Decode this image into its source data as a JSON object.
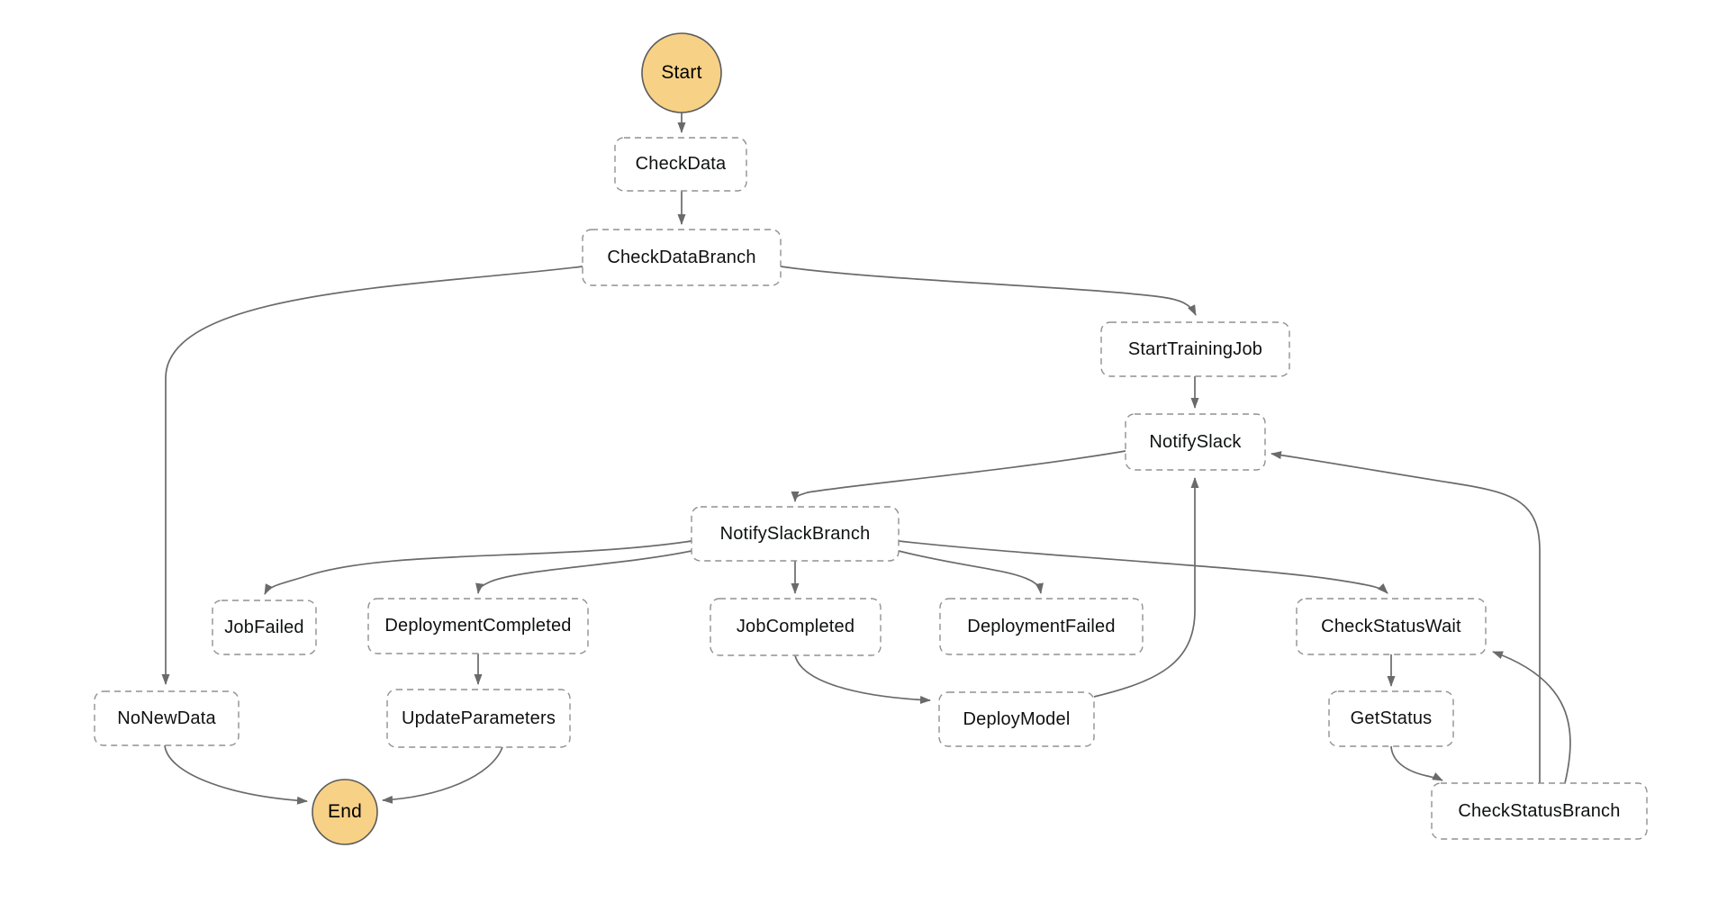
{
  "diagram": {
    "kind": "workflow-state-machine-graph",
    "colors": {
      "background": "#ffffff",
      "state_box_fill": "#ffffff",
      "state_box_border": "#919191",
      "terminal_fill": "#f7d186",
      "terminal_border": "#5b5b5b",
      "edge": "#6a6a6a",
      "text": "#0f1111"
    },
    "nodes": [
      {
        "id": "Start",
        "label": "Start",
        "type": "start"
      },
      {
        "id": "CheckData",
        "label": "CheckData",
        "type": "state"
      },
      {
        "id": "CheckDataBranch",
        "label": "CheckDataBranch",
        "type": "state"
      },
      {
        "id": "StartTrainingJob",
        "label": "StartTrainingJob",
        "type": "state"
      },
      {
        "id": "NotifySlack",
        "label": "NotifySlack",
        "type": "state"
      },
      {
        "id": "NotifySlackBranch",
        "label": "NotifySlackBranch",
        "type": "state"
      },
      {
        "id": "JobFailed",
        "label": "JobFailed",
        "type": "state"
      },
      {
        "id": "DeploymentCompleted",
        "label": "DeploymentCompleted",
        "type": "state"
      },
      {
        "id": "JobCompleted",
        "label": "JobCompleted",
        "type": "state"
      },
      {
        "id": "DeploymentFailed",
        "label": "DeploymentFailed",
        "type": "state"
      },
      {
        "id": "CheckStatusWait",
        "label": "CheckStatusWait",
        "type": "state"
      },
      {
        "id": "NoNewData",
        "label": "NoNewData",
        "type": "state"
      },
      {
        "id": "UpdateParameters",
        "label": "UpdateParameters",
        "type": "state"
      },
      {
        "id": "DeployModel",
        "label": "DeployModel",
        "type": "state"
      },
      {
        "id": "GetStatus",
        "label": "GetStatus",
        "type": "state"
      },
      {
        "id": "CheckStatusBranch",
        "label": "CheckStatusBranch",
        "type": "state"
      },
      {
        "id": "End",
        "label": "End",
        "type": "end"
      }
    ],
    "edges": [
      {
        "from": "Start",
        "to": "CheckData"
      },
      {
        "from": "CheckData",
        "to": "CheckDataBranch"
      },
      {
        "from": "CheckDataBranch",
        "to": "NoNewData"
      },
      {
        "from": "CheckDataBranch",
        "to": "StartTrainingJob"
      },
      {
        "from": "StartTrainingJob",
        "to": "NotifySlack"
      },
      {
        "from": "NotifySlack",
        "to": "NotifySlackBranch"
      },
      {
        "from": "NotifySlackBranch",
        "to": "JobFailed"
      },
      {
        "from": "NotifySlackBranch",
        "to": "DeploymentCompleted"
      },
      {
        "from": "NotifySlackBranch",
        "to": "JobCompleted"
      },
      {
        "from": "NotifySlackBranch",
        "to": "DeploymentFailed"
      },
      {
        "from": "NotifySlackBranch",
        "to": "CheckStatusWait"
      },
      {
        "from": "DeploymentCompleted",
        "to": "UpdateParameters"
      },
      {
        "from": "JobCompleted",
        "to": "DeployModel"
      },
      {
        "from": "DeployModel",
        "to": "NotifySlack"
      },
      {
        "from": "NoNewData",
        "to": "End"
      },
      {
        "from": "UpdateParameters",
        "to": "End"
      },
      {
        "from": "CheckStatusWait",
        "to": "GetStatus"
      },
      {
        "from": "GetStatus",
        "to": "CheckStatusBranch"
      },
      {
        "from": "CheckStatusBranch",
        "to": "CheckStatusWait"
      },
      {
        "from": "CheckStatusBranch",
        "to": "NotifySlack"
      }
    ]
  }
}
